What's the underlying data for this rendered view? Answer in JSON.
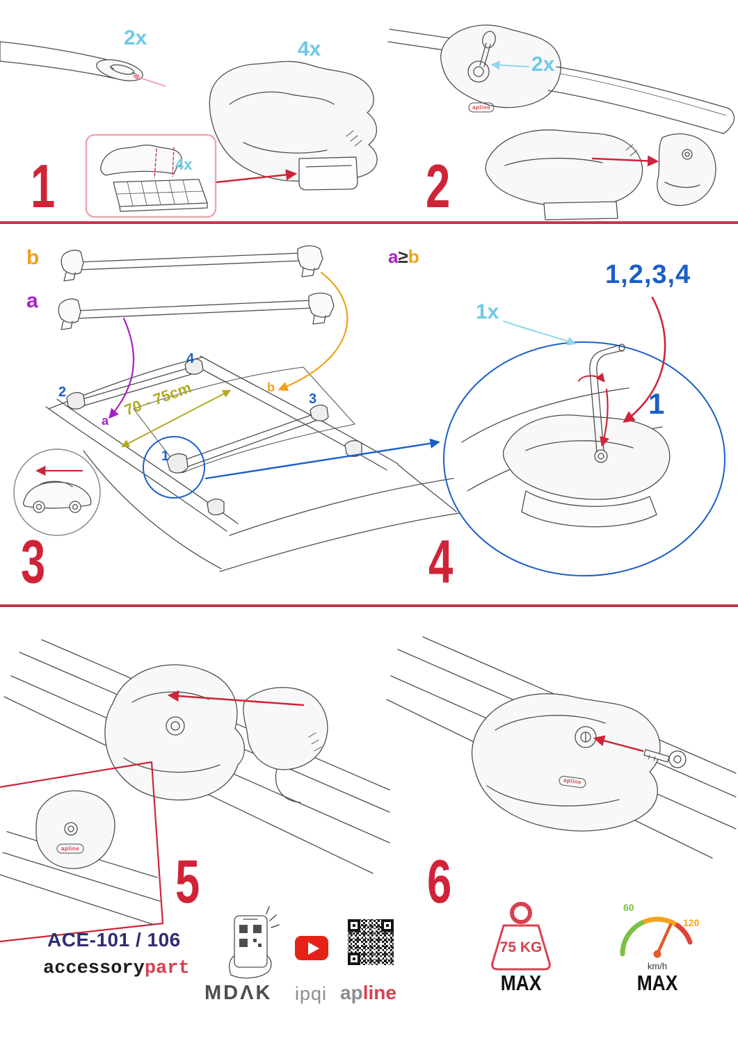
{
  "colors": {
    "red": "#cf2438",
    "cyan": "#6fc9e6",
    "blue": "#1a5fc8",
    "purple": "#a81fc8",
    "orange": "#f0a11c",
    "olive": "#b3aa1e",
    "navy": "#2e2d72",
    "youtube_red": "#e62117"
  },
  "steps": {
    "s1": {
      "num": "1",
      "bar_qty": "2x",
      "foot_qty": "4x",
      "pad_qty": "4x"
    },
    "s2": {
      "num": "2",
      "lock_qty": "2x"
    },
    "s3": {
      "num": "3",
      "bar_b": "b",
      "bar_a": "a",
      "distance": "70 - 75cm",
      "pos_1": "1",
      "pos_2": "2",
      "pos_3": "3",
      "pos_4": "4",
      "roof_a": "a",
      "roof_b": "b"
    },
    "s4": {
      "num": "4",
      "cond_a": "a",
      "cond_op": "≥",
      "cond_b": "b",
      "order": "1,2,3,4",
      "tool_qty": "1x",
      "first": "1"
    },
    "s5": {
      "num": "5"
    },
    "s6": {
      "num": "6"
    }
  },
  "logo_small": "apline",
  "footer": {
    "model": "ACE-101 / 106",
    "brand_black": "accessory",
    "brand_red": "part",
    "mdak": "MDΛK",
    "ipqi": "ipqi",
    "apline_gray": "ap",
    "apline_red": "line",
    "weight_value": "75 KG",
    "weight_max": "MAX",
    "speed_low": "60",
    "speed_high": "120",
    "speed_unit": "km/h",
    "speed_max": "MAX"
  }
}
